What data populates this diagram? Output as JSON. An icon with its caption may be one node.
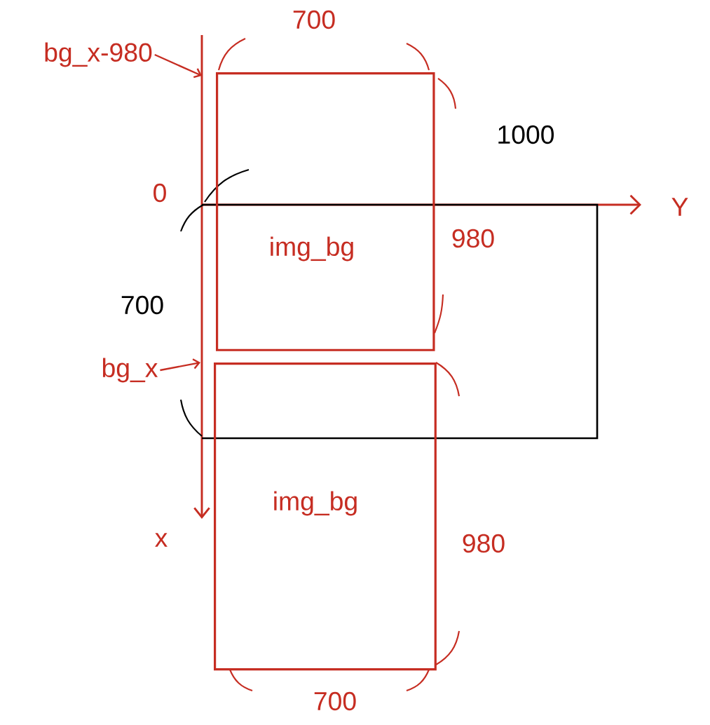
{
  "diagram": {
    "nodes": [
      {
        "text": [
          "bg_x-980"
        ]
      },
      {
        "text": [
          "img_bg"
        ]
      },
      {
        "text": [
          "bg_x"
        ]
      },
      {
        "text": [
          "img_bg"
        ]
      }
    ],
    "edges": [
      {
        "from": 0,
        "to": null,
        "arrow": "to"
      },
      {
        "from": 2,
        "to": null,
        "arrow": "to"
      }
    ],
    "labels": [
      "700",
      "1000",
      "0",
      "Y",
      "980",
      "700",
      "x",
      "980",
      "700"
    ]
  }
}
